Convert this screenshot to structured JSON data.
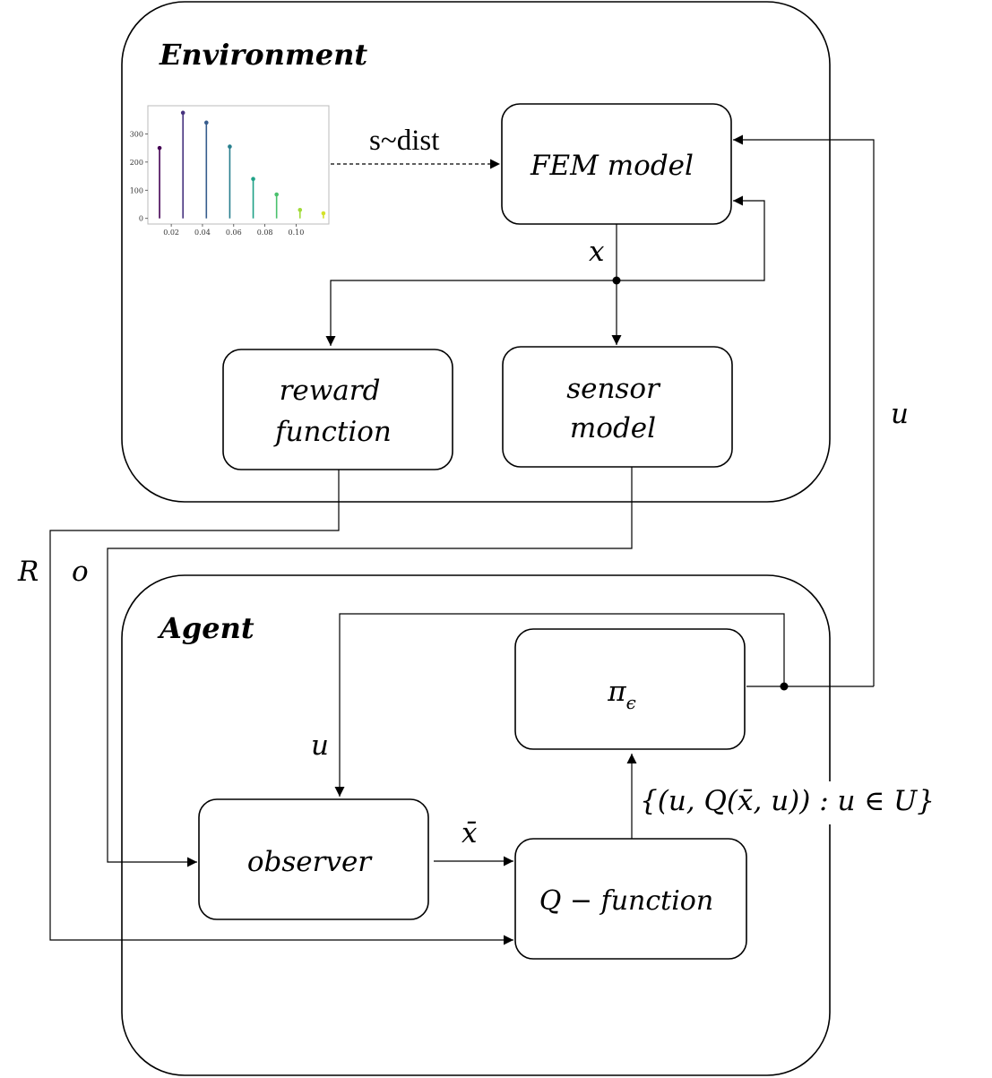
{
  "environment": {
    "title": "Environment",
    "fem_model": "FEM model",
    "reward_function": [
      "reward",
      "function"
    ],
    "sensor_model": [
      "sensor",
      "model"
    ],
    "sample_label": "s~dist",
    "state_label": "x"
  },
  "agent": {
    "title": "Agent",
    "policy": "π",
    "policy_sub": "ϵ",
    "observer": "observer",
    "q_function": "Q − function",
    "estimate_label": "x̄",
    "action_feedback_label": "u",
    "q_values_label": "{(u, Q(x̄, u)) : u ∈ U}"
  },
  "signals": {
    "action": "u",
    "reward": "R",
    "observation": "o"
  },
  "chart_data": {
    "type": "scatter",
    "title": "",
    "xlabel": "",
    "ylabel": "",
    "x": [
      0.0125,
      0.0275,
      0.0425,
      0.0575,
      0.0725,
      0.0875,
      0.1025,
      0.1175
    ],
    "values": [
      250,
      375,
      340,
      255,
      140,
      85,
      30,
      18
    ],
    "point_colors": [
      "#440154",
      "#46327e",
      "#365c8d",
      "#277f8e",
      "#1fa187",
      "#4ac16d",
      "#a0da39",
      "#d4e22a"
    ],
    "xticks": [
      "0.02",
      "0.04",
      "0.06",
      "0.08",
      "0.10"
    ],
    "xtick_values": [
      0.02,
      0.04,
      0.06,
      0.08,
      0.1
    ],
    "yticks": [
      "0",
      "100",
      "200",
      "300"
    ],
    "ytick_values": [
      0,
      100,
      200,
      300
    ],
    "xlim": [
      0.005,
      0.121
    ],
    "ylim": [
      -20,
      400
    ],
    "grid": false
  }
}
